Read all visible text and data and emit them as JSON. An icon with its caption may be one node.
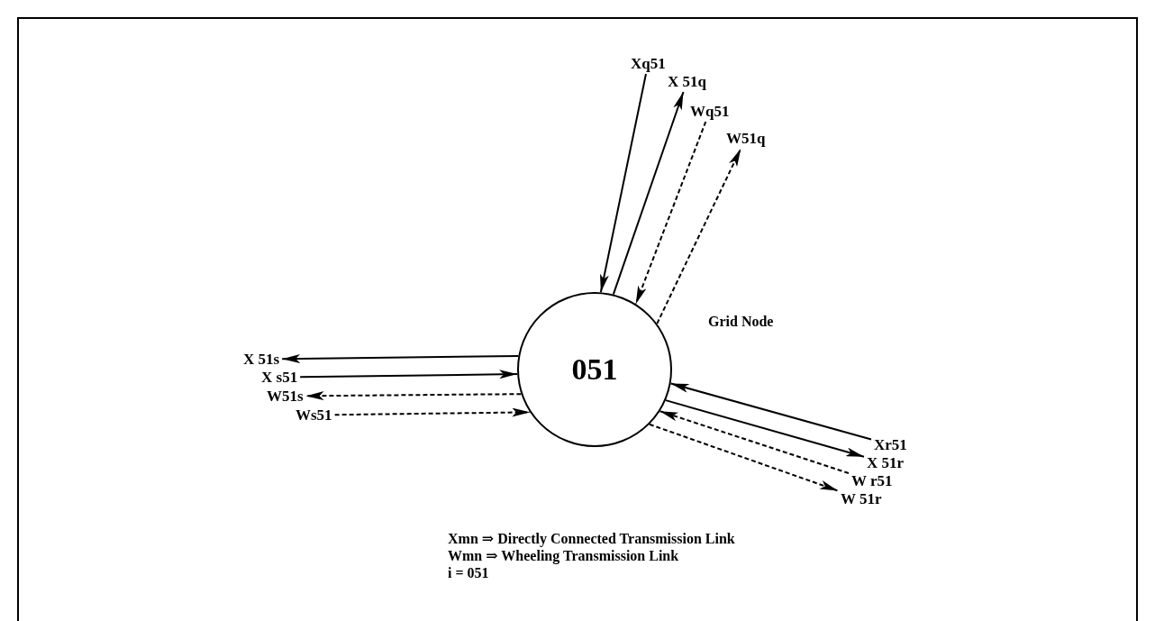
{
  "diagram": {
    "nodes": [
      {
        "text": [
          "051"
        ],
        "beside": [
          "Grid Node"
        ]
      },
      {
        "text": [
          "Xq51"
        ]
      },
      {
        "text": [
          "X 51q"
        ]
      },
      {
        "text": [
          "Wq51"
        ]
      },
      {
        "text": [
          "W51q"
        ]
      },
      {
        "text": [
          "X 51s"
        ]
      },
      {
        "text": [
          "X s51"
        ]
      },
      {
        "text": [
          "W51s"
        ]
      },
      {
        "text": [
          "Ws51"
        ]
      },
      {
        "text": [
          "Xr51"
        ]
      },
      {
        "text": [
          "X 51r"
        ]
      },
      {
        "text": [
          "W r51"
        ]
      },
      {
        "text": [
          "W 51r"
        ]
      }
    ],
    "edges": [
      {
        "from": 1,
        "to": 0,
        "arrow": "to"
      },
      {
        "from": 0,
        "to": 2,
        "arrow": "to"
      },
      {
        "from": 3,
        "to": 0,
        "arrow": "to",
        "style": "dashed"
      },
      {
        "from": 0,
        "to": 4,
        "arrow": "to",
        "style": "dashed"
      },
      {
        "from": 0,
        "to": 5,
        "arrow": "to"
      },
      {
        "from": 6,
        "to": 0,
        "arrow": "to"
      },
      {
        "from": 0,
        "to": 7,
        "arrow": "to",
        "style": "dashed"
      },
      {
        "from": 8,
        "to": 0,
        "arrow": "to",
        "style": "dashed"
      },
      {
        "from": 9,
        "to": 0,
        "arrow": "to"
      },
      {
        "from": 0,
        "to": 10,
        "arrow": "to"
      },
      {
        "from": 11,
        "to": 0,
        "arrow": "to",
        "style": "dashed"
      },
      {
        "from": 0,
        "to": 12,
        "arrow": "to",
        "style": "dashed"
      }
    ],
    "labels": [
      "Xmn ⇒ Directly Connected Transmission Link",
      "Wmn ⇒ Wheeling Transmission Link",
      "i = 051"
    ]
  }
}
